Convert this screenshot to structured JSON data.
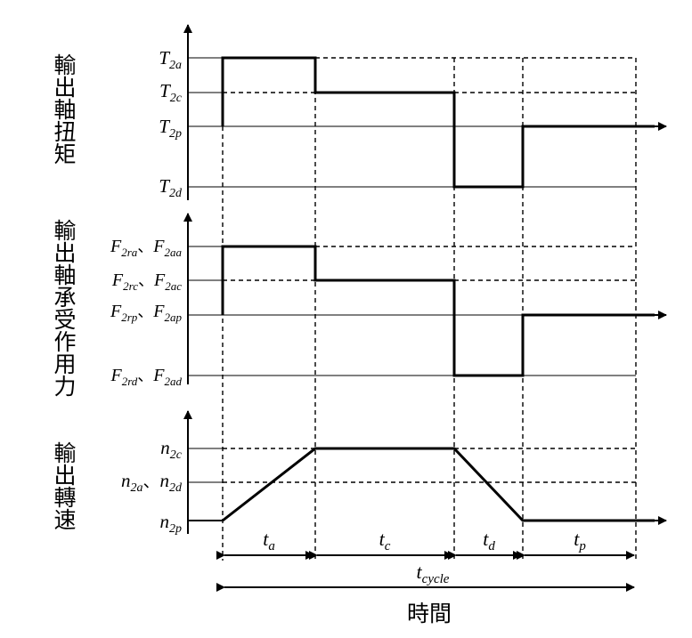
{
  "panels": [
    {
      "title_chars": [
        "輸",
        "出",
        "軸",
        "扭",
        "矩"
      ],
      "labels": [
        {
          "main": "T",
          "sub": "2a"
        },
        {
          "main": "T",
          "sub": "2c"
        },
        {
          "main": "T",
          "sub": "2p"
        },
        {
          "main": "T",
          "sub": "2d"
        }
      ]
    },
    {
      "title_chars": [
        "輸",
        "出",
        "軸",
        "承",
        "受",
        "作",
        "用",
        "力"
      ],
      "labels": [
        {
          "main": "F",
          "sub": "2ra",
          "sep": "、",
          "main2": "F",
          "sub2": "2aa"
        },
        {
          "main": "F",
          "sub": "2rc",
          "sep": "、",
          "main2": "F",
          "sub2": "2ac"
        },
        {
          "main": "F",
          "sub": "2rp",
          "sep": "、",
          "main2": "F",
          "sub2": "2ap"
        },
        {
          "main": "F",
          "sub": "2rd",
          "sep": "、",
          "main2": "F",
          "sub2": "2ad"
        }
      ]
    },
    {
      "title_chars": [
        "輸",
        "出",
        "轉",
        "速"
      ],
      "labels": [
        {
          "main": "n",
          "sub": "2c"
        },
        {
          "main": "n",
          "sub": "2a",
          "sep": "、",
          "main2": "n",
          "sub2": "2d"
        },
        {
          "main": "n",
          "sub": "2p"
        }
      ]
    }
  ],
  "phases": [
    {
      "main": "t",
      "sub": "a"
    },
    {
      "main": "t",
      "sub": "c"
    },
    {
      "main": "t",
      "sub": "d"
    },
    {
      "main": "t",
      "sub": "p"
    }
  ],
  "cycle": {
    "main": "t",
    "sub": "cycle"
  },
  "x_axis_title": "時間"
}
